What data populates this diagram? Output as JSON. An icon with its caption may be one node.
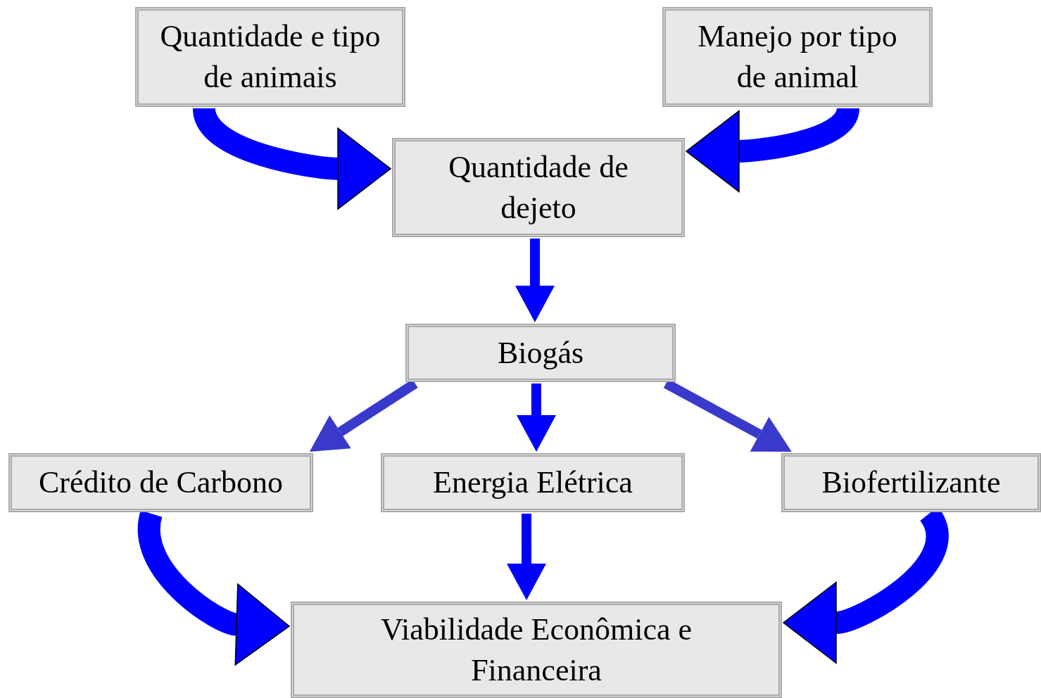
{
  "diagram": {
    "nodes": [
      {
        "text": [
          "Quantidade e tipo de animais"
        ]
      },
      {
        "text": [
          "Manejo por tipo de animal"
        ]
      },
      {
        "text": [
          "Quantidade de dejeto"
        ]
      },
      {
        "text": [
          "Biogás"
        ]
      },
      {
        "text": [
          "Crédito de Carbono"
        ]
      },
      {
        "text": [
          "Energia Elétrica"
        ]
      },
      {
        "text": [
          "Biofertilizante"
        ]
      },
      {
        "text": [
          "Viabilidade Econômica e Financeira"
        ]
      }
    ],
    "edges": [
      {
        "from": 0,
        "to": 2,
        "arrow": "to",
        "style": "thick"
      },
      {
        "from": 1,
        "to": 2,
        "arrow": "to",
        "style": "thick"
      },
      {
        "from": 2,
        "to": 3,
        "arrow": "to"
      },
      {
        "from": 3,
        "to": 4,
        "arrow": "to",
        "color": "#3939cc"
      },
      {
        "from": 3,
        "to": 5,
        "arrow": "to"
      },
      {
        "from": 3,
        "to": 6,
        "arrow": "to",
        "color": "#3939cc"
      },
      {
        "from": 4,
        "to": 7,
        "arrow": "to",
        "style": "thick"
      },
      {
        "from": 5,
        "to": 7,
        "arrow": "to"
      },
      {
        "from": 6,
        "to": 7,
        "arrow": "to",
        "style": "thick"
      }
    ]
  }
}
